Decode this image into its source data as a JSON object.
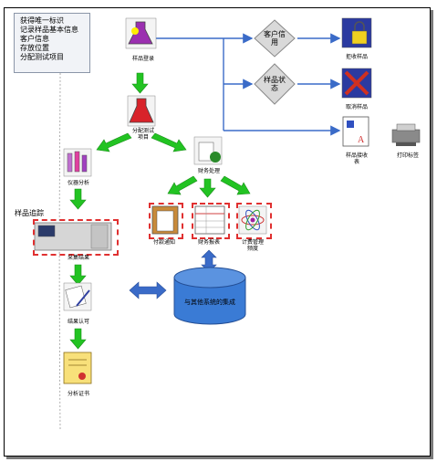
{
  "notes": {
    "lines": [
      "获得唯一标识",
      "记录样品基本信息",
      "客户信息",
      "存放位置",
      "分配测试项目"
    ]
  },
  "nodes": {
    "sample_login": "样品登录",
    "assign_items": "分配测试\n项目",
    "instrument_analysis": "仪器分析",
    "sample_tracking": "样品追踪",
    "collect_results": "采集结果",
    "result_approval": "结果认可",
    "analysis_certificate": "分析证书",
    "finance": "财务处理",
    "payment_notice": "付款通知",
    "finance_report": "财务报表",
    "billing_rate": "计费管理\n频度",
    "integration": "与其他系统的集成",
    "customer_credit": "客户信\n用",
    "sample_status": "样品状\n态",
    "reject_sample": "拒收样品",
    "cancel_sample": "取消样品",
    "sample_receipt": "样品接收\n表",
    "print_label": "打印标签"
  },
  "colors": {
    "green_arrow": "#22c322",
    "blue_arrow": "#3a6bc8",
    "database": "#3a7bd5",
    "highlight": "#e03030"
  }
}
